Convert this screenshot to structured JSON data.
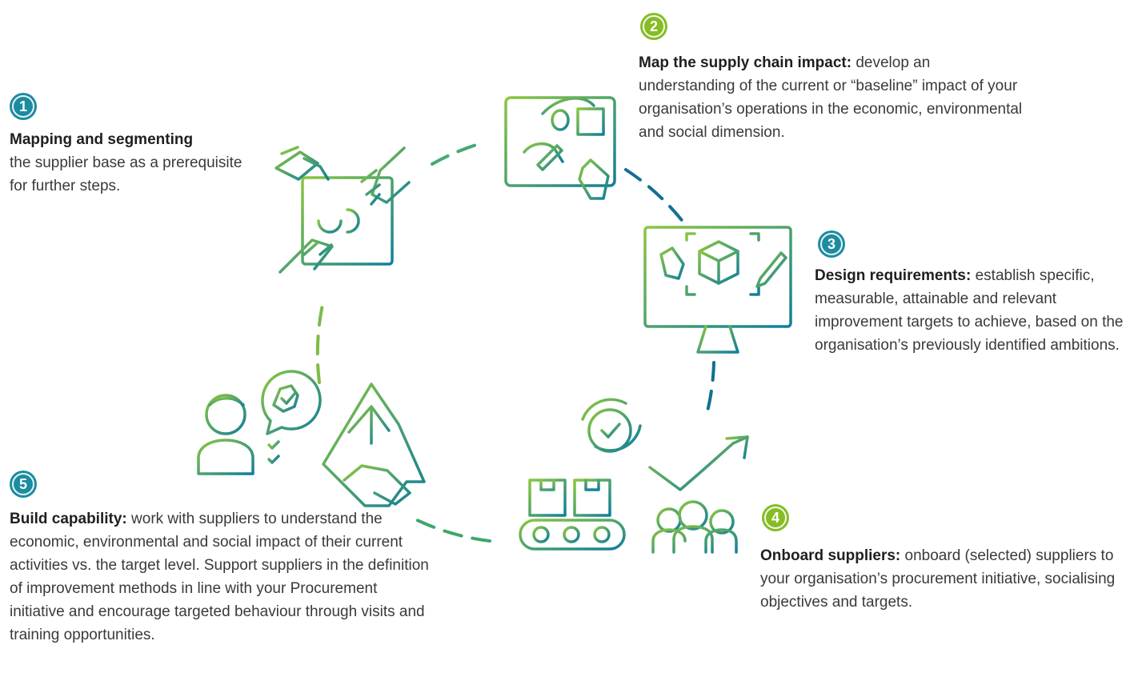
{
  "steps": [
    {
      "number": "1",
      "heading": "Mapping and segmenting",
      "text": "the supplier base as a prerequisite for further steps.",
      "color": "#1d8ca0"
    },
    {
      "number": "2",
      "heading": "Map the supply chain impact:",
      "text": "develop an understanding of the current or “baseline” impact of your organisation’s operations in the economic, environmental and social dimension.",
      "color": "#86bc25"
    },
    {
      "number": "3",
      "heading": "Design requirements:",
      "text": "establish specific, measurable, attainable and relevant improvement targets to achieve, based on the organisation’s previously identified ambitions.",
      "color": "#1d8ca0"
    },
    {
      "number": "4",
      "heading": "Onboard suppliers:",
      "text": "onboard (selected) suppliers to your organisation’s procurement initiative, socialising objectives and targets.",
      "color": "#86bc25"
    },
    {
      "number": "5",
      "heading": "Build capability:",
      "text": "work with suppliers to understand the economic, environmental and social impact of their current activities vs. the target level. Support suppliers in the definition of improvement methods in line with your Procurement initiative and encourage targeted behaviour through visits and training opportunities.",
      "color": "#1d8ca0"
    }
  ],
  "icons": [
    "puzzle-hands-icon",
    "document-signing-icon",
    "monitor-design-icon",
    "conveyor-team-growth-icon",
    "handshake-growth-icon"
  ],
  "colors": {
    "green": "#86bc25",
    "teal": "#1d8ca0",
    "cycle_dash": "#2e9e6a"
  }
}
